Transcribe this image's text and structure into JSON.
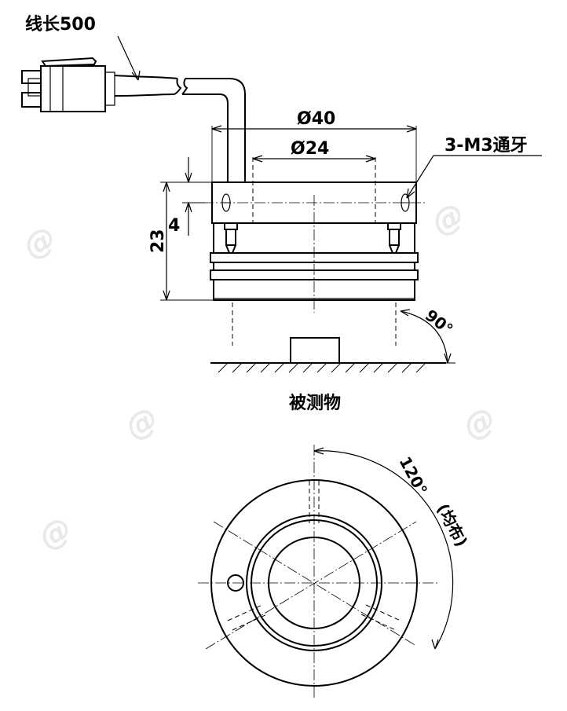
{
  "labels": {
    "cable_length": "线长500",
    "outer_diameter": "Ø40",
    "inner_diameter": "Ø24",
    "thread": "3-M3通牙",
    "height": "23",
    "offset": "4",
    "angle_side": "90°",
    "target": "被测物",
    "angle_top": "120°",
    "distribution": "(均布)"
  },
  "colors": {
    "line": "#000000",
    "background": "#ffffff"
  }
}
